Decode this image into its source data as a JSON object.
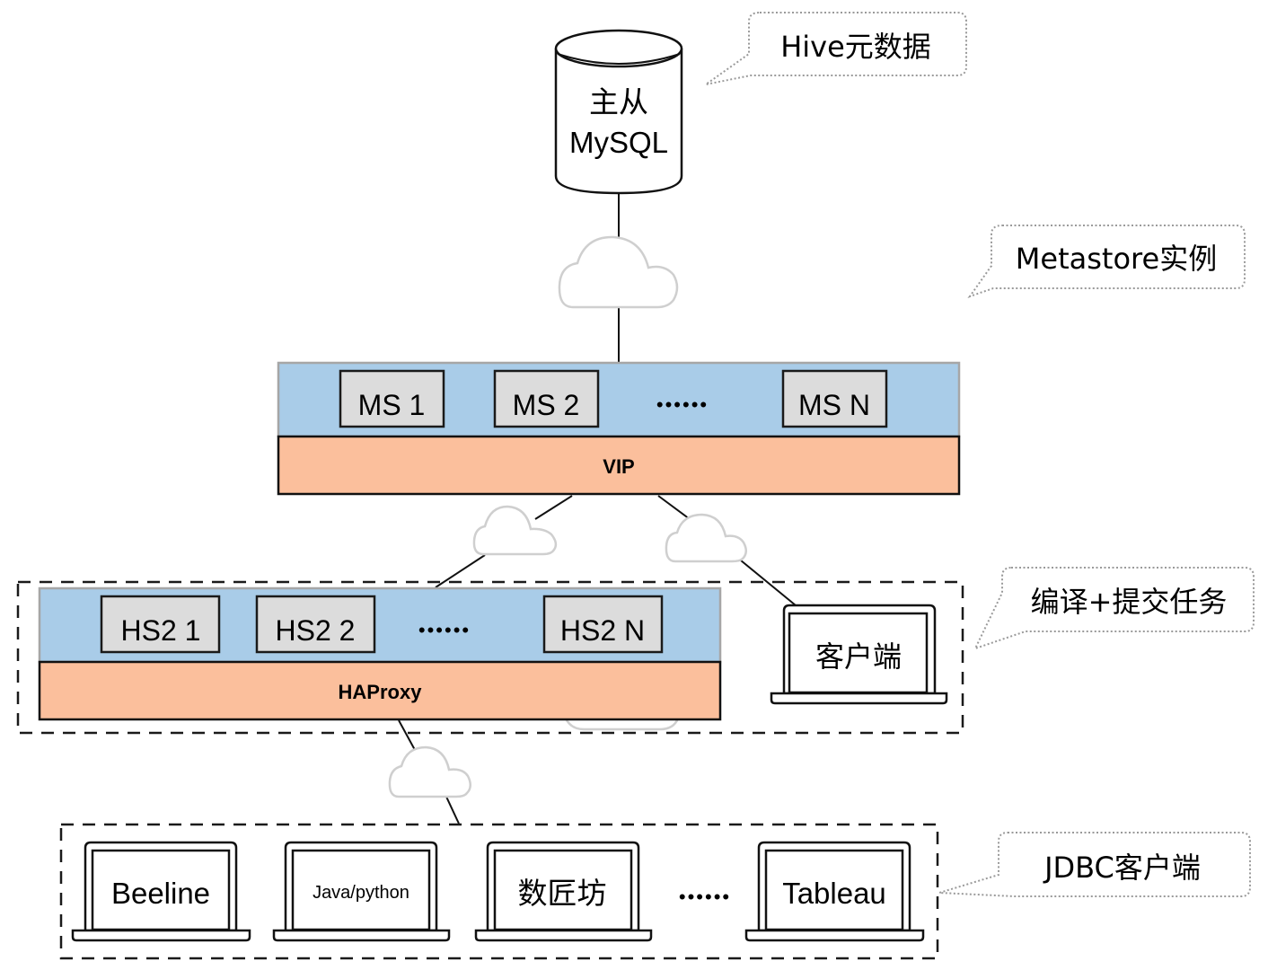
{
  "diagram": {
    "database": {
      "line1": "主从",
      "line2": "MySQL"
    },
    "callouts": {
      "hive_metadata": "Hive元数据",
      "metastore_instances": "Metastore实例",
      "compile_submit": "编译+提交任务",
      "jdbc_clients": "JDBC客户端"
    },
    "metastore_layer": {
      "nodes": [
        "MS 1",
        "MS 2",
        "MS N"
      ],
      "ellipsis": "••••••",
      "balancer": "VIP"
    },
    "hiveserver_layer": {
      "nodes": [
        "HS2 1",
        "HS2 2",
        "HS2 N"
      ],
      "ellipsis": "••••••",
      "balancer": "HAProxy"
    },
    "direct_client": "客户端",
    "jdbc_clients": {
      "items": [
        "Beeline",
        "Java/python",
        "数匠坊",
        "Tableau"
      ],
      "ellipsis": "••••••"
    },
    "colors": {
      "layer_blue": "#a9cce8",
      "balancer_orange": "#fbbf9c",
      "node_gray": "#dcdcdc",
      "cloud_stroke": "#cfcfcf"
    }
  }
}
